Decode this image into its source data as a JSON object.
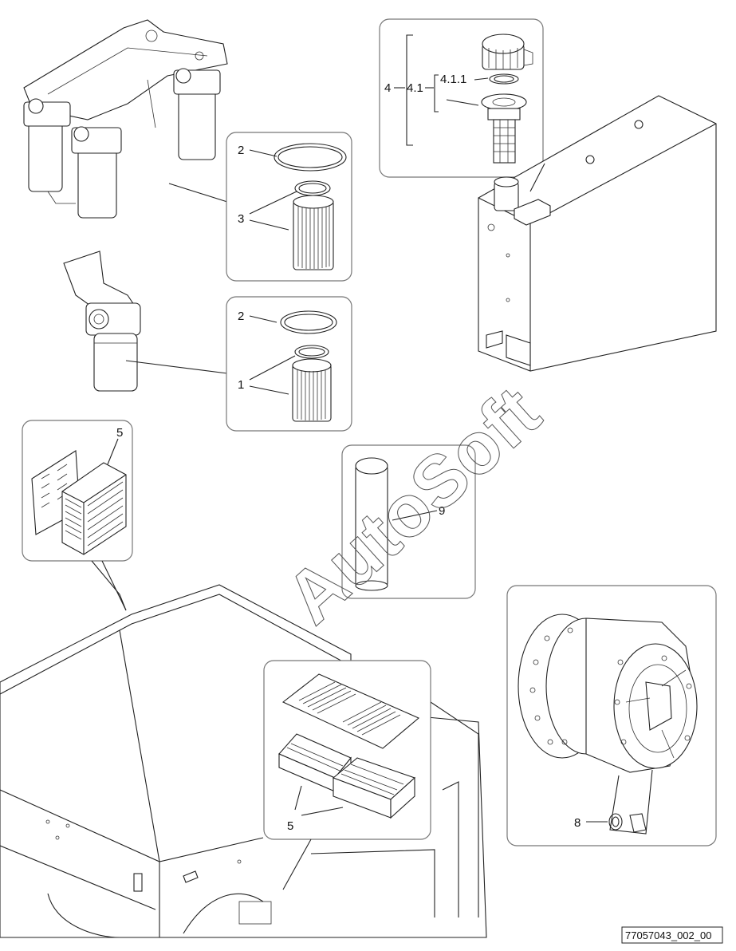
{
  "callouts": {
    "c2a": "2",
    "c3": "3",
    "c2b": "2",
    "c1": "1",
    "c4": "4",
    "c41": "4.1",
    "c411": "4.1.1",
    "c5a": "5",
    "c9": "9",
    "c5b": "5",
    "c8": "8"
  },
  "watermark": "AutoSoft",
  "document_id": "77057043_002_00"
}
